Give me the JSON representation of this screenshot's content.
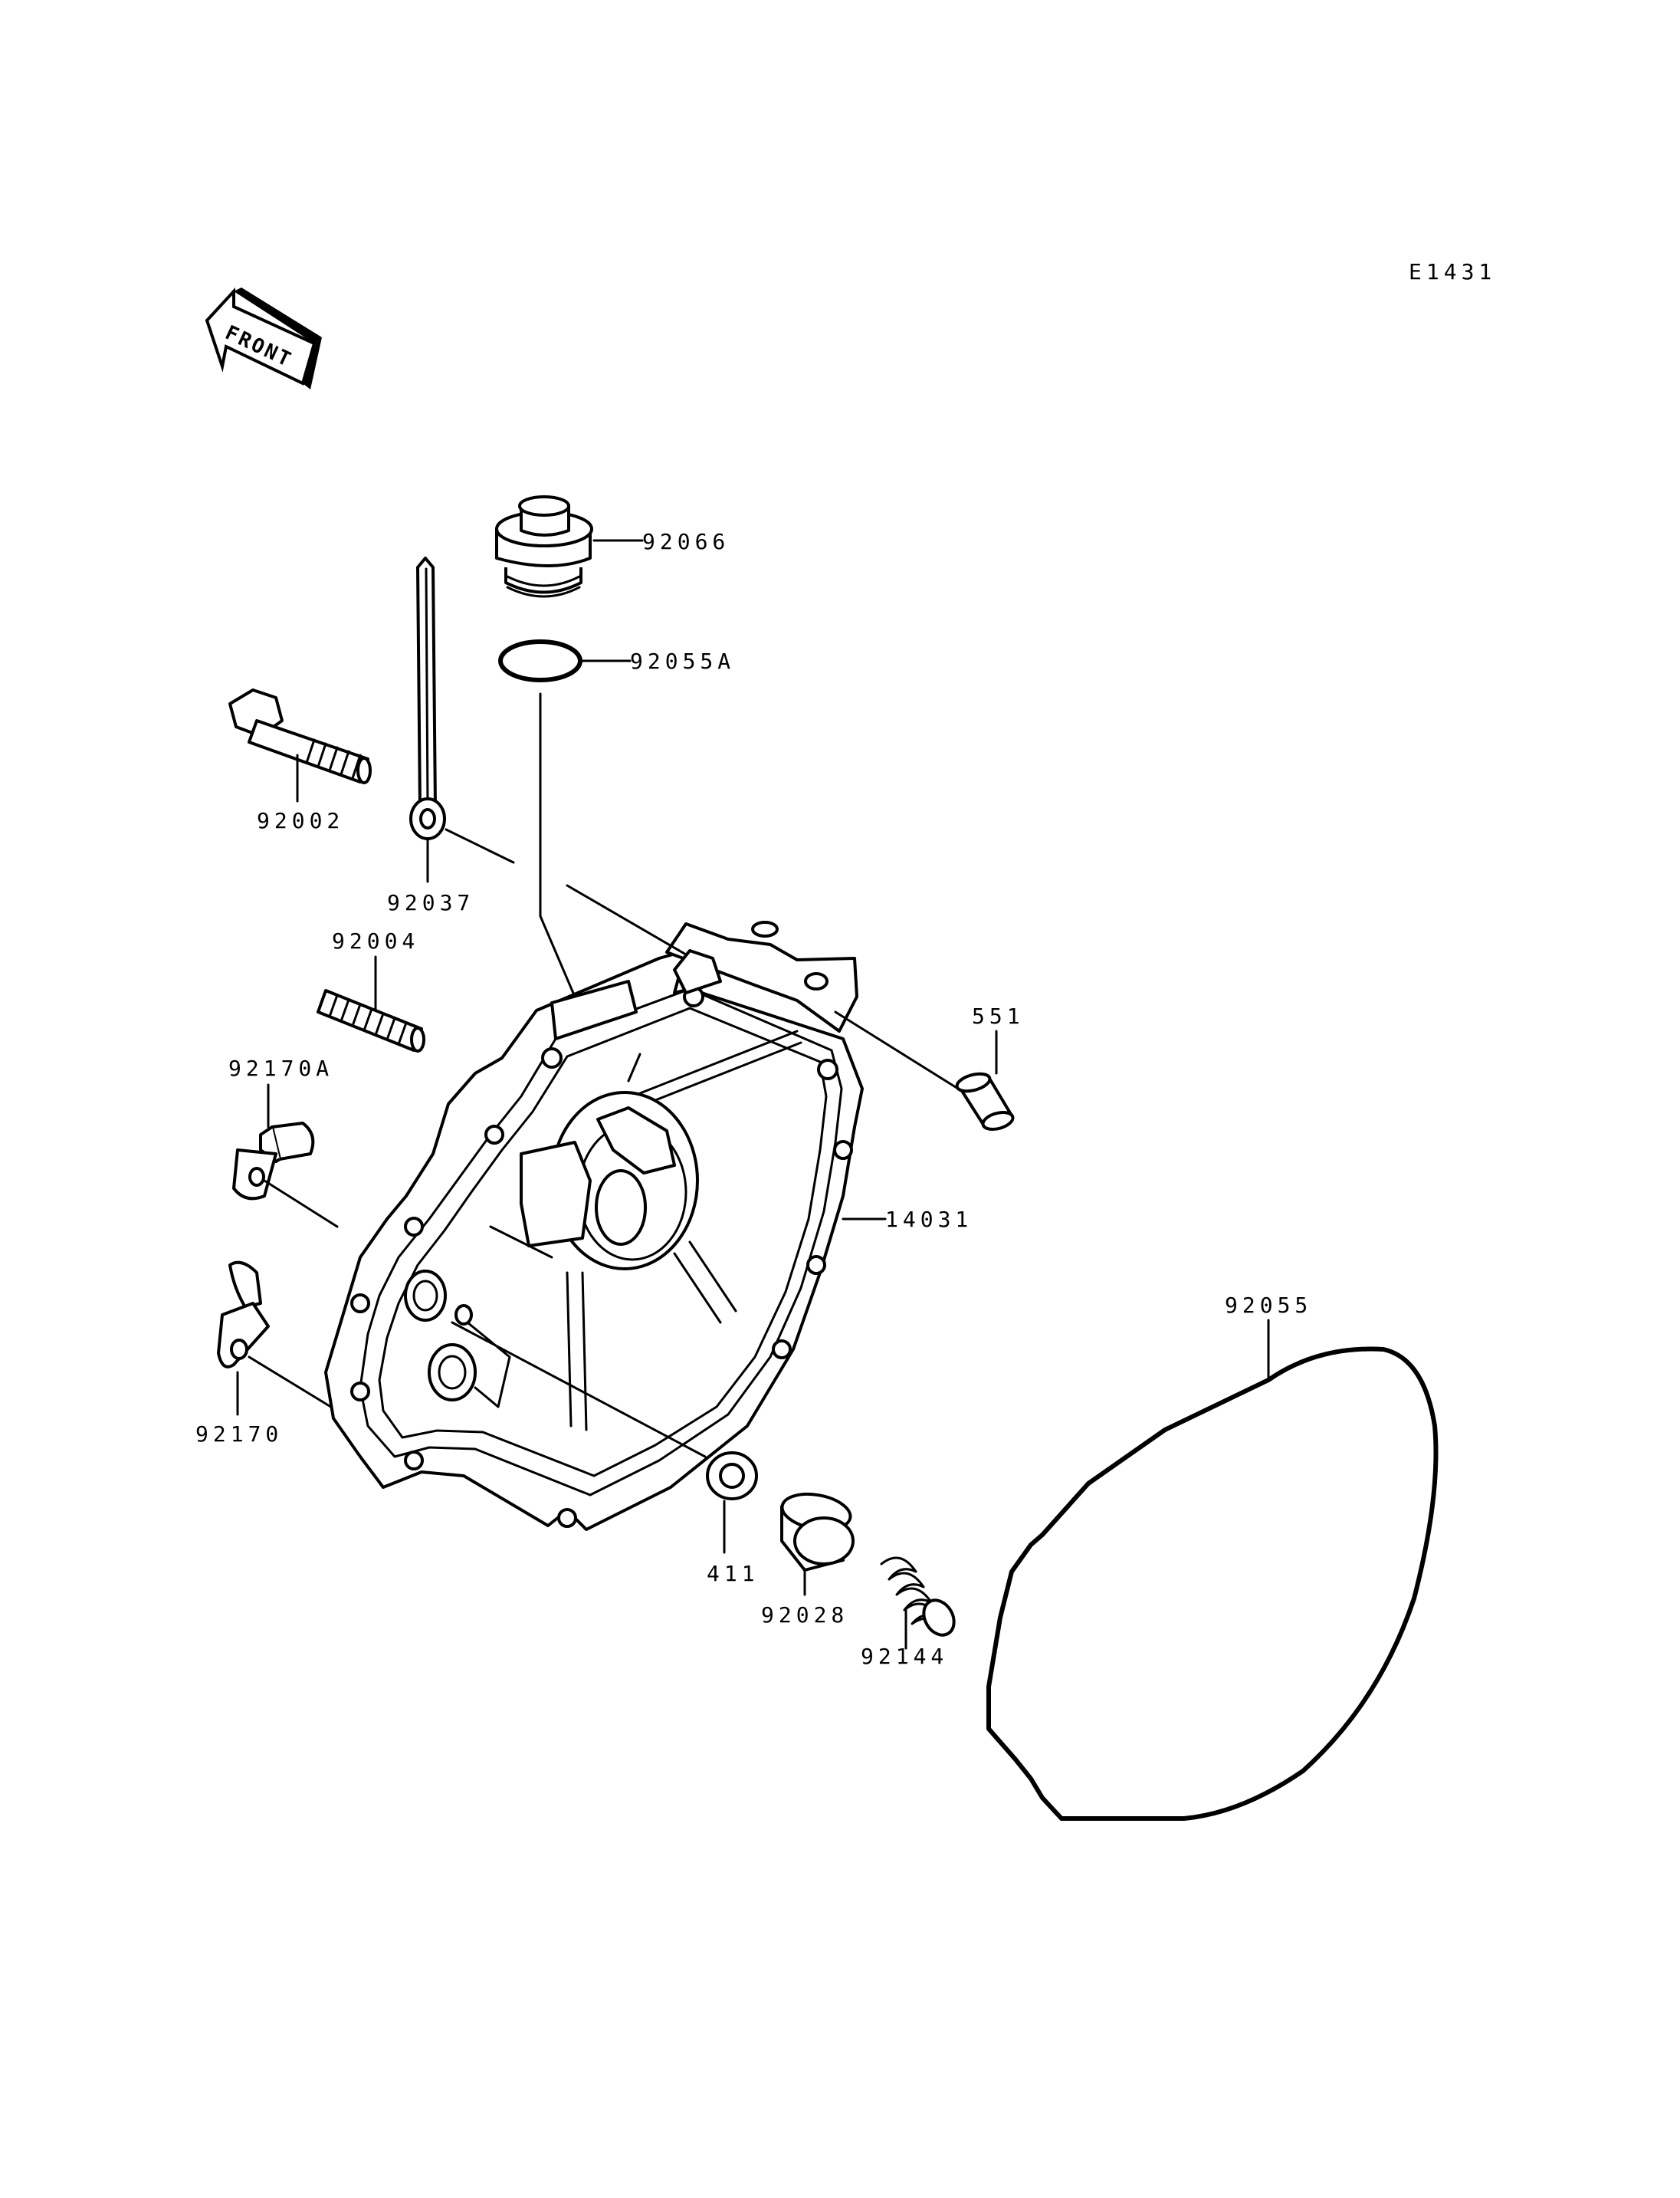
{
  "diagram_code": "E1431",
  "front_label": "FRONT",
  "parts": {
    "p92066": "92066",
    "p92055A": "92055A",
    "p92002": "92002",
    "p92037": "92037",
    "p92004": "92004",
    "p551": "551",
    "p92170A": "92170A",
    "p14031": "14031",
    "p92055": "92055",
    "p92170": "92170",
    "p411": "411",
    "p92028": "92028",
    "p92144": "92144"
  }
}
